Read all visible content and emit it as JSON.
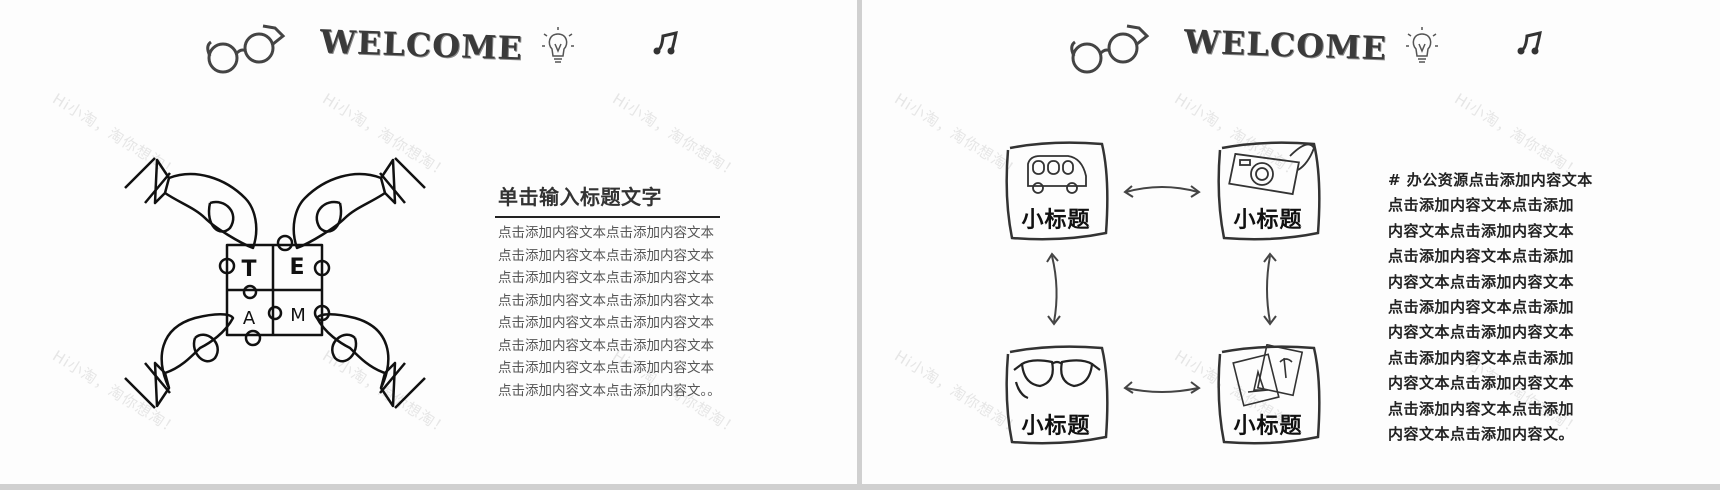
{
  "slides": [
    {
      "id": "left",
      "header": {
        "welcome_text": "WELCOME",
        "icons": [
          "glasses-icon",
          "lightbulb-icon",
          "music-note-icon"
        ]
      },
      "watermark": "Hi小淘，淘你想淘！",
      "illustration": {
        "name": "team-puzzle-hands",
        "letters": [
          "T",
          "E",
          "A",
          "M"
        ]
      },
      "title": "单击输入标题文字",
      "body_lines": [
        "点击添加内容文本点击添加内容文本",
        "点击添加内容文本点击添加内容文本",
        "点击添加内容文本点击添加内容文本",
        "点击添加内容文本点击添加内容文本",
        "点击添加内容文本点击添加内容文本",
        "点击添加内容文本点击添加内容文本",
        "点击添加内容文本点击添加内容文本",
        "点击添加内容文本点击添加内容文。。"
      ]
    },
    {
      "id": "right",
      "header": {
        "welcome_text": "WELCOME",
        "icons": [
          "glasses-icon",
          "lightbulb-icon",
          "music-note-icon"
        ]
      },
      "watermark": "Hi小淘，淘你想淘！",
      "cards": [
        {
          "label": "小标题",
          "icon": "bus-icon"
        },
        {
          "label": "小标题",
          "icon": "camera-icon"
        },
        {
          "label": "小标题",
          "icon": "sunglasses-icon"
        },
        {
          "label": "小标题",
          "icon": "photos-icon"
        }
      ],
      "text_lines": [
        "# 办公资源点击添加内容文本",
        "点击添加内容文本点击添加",
        "内容文本点击添加内容文本",
        "点击添加内容文本点击添加",
        "内容文本点击添加内容文本",
        "点击添加内容文本点击添加",
        "内容文本点击添加内容文本",
        "点击添加内容文本点击添加",
        "内容文本点击添加内容文本",
        "点击添加内容文本点击添加",
        "内容文本点击添加内容文。"
      ]
    }
  ],
  "colors": {
    "background": "#fdfdfd",
    "ink": "#222222",
    "divider": "#d0d0d0",
    "watermark": "#e6e6e6"
  }
}
